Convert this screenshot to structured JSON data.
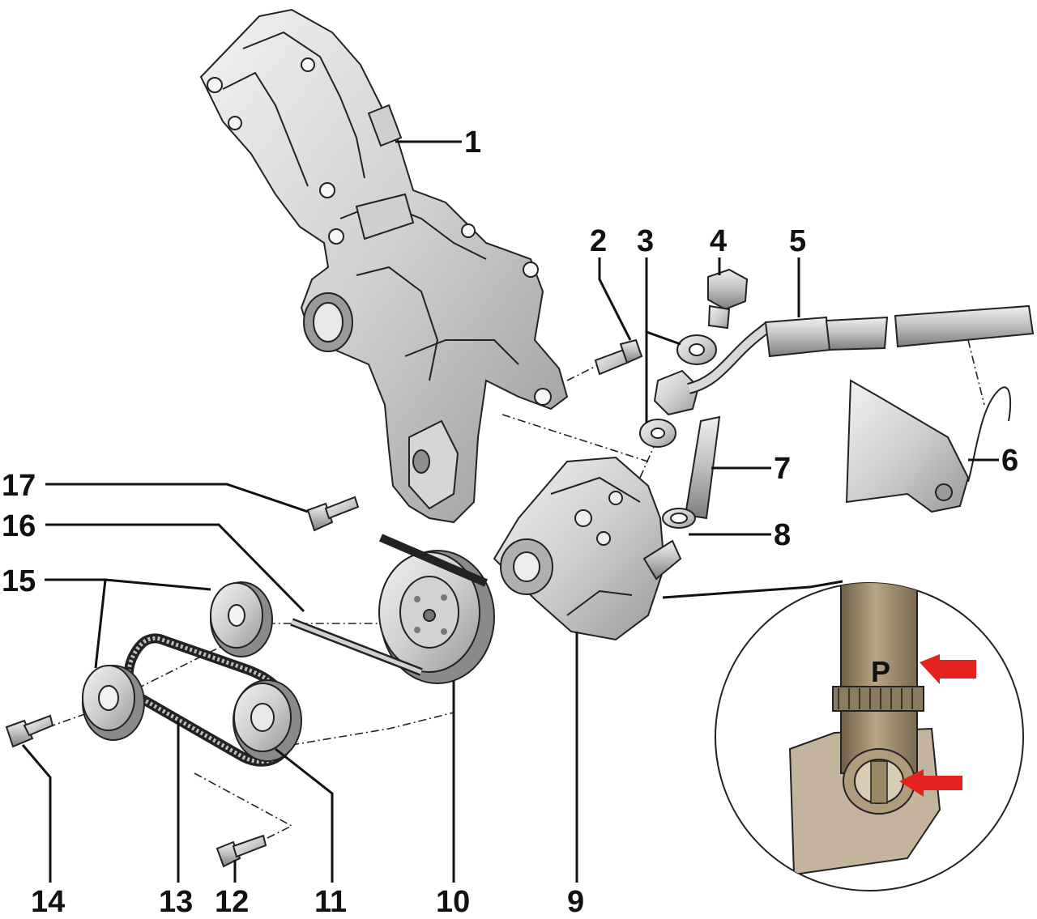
{
  "diagram": {
    "callouts": {
      "c1": "1",
      "c2": "2",
      "c3": "3",
      "c4": "4",
      "c5": "5",
      "c6": "6",
      "c7": "7",
      "c8": "8",
      "c9": "9",
      "c10": "10",
      "c11": "11",
      "c12": "12",
      "c13": "13",
      "c14": "14",
      "c15": "15",
      "c16": "16",
      "c17": "17"
    },
    "inset": {
      "pressure_mark": "P"
    },
    "colors": {
      "metal_light": "#e4e4e4",
      "metal_mid": "#c4c4c4",
      "metal_dark": "#8c8c8c",
      "inset_tube": "#a08c70",
      "inset_plate": "#c4b49e",
      "arrow": "#e4231e"
    }
  }
}
